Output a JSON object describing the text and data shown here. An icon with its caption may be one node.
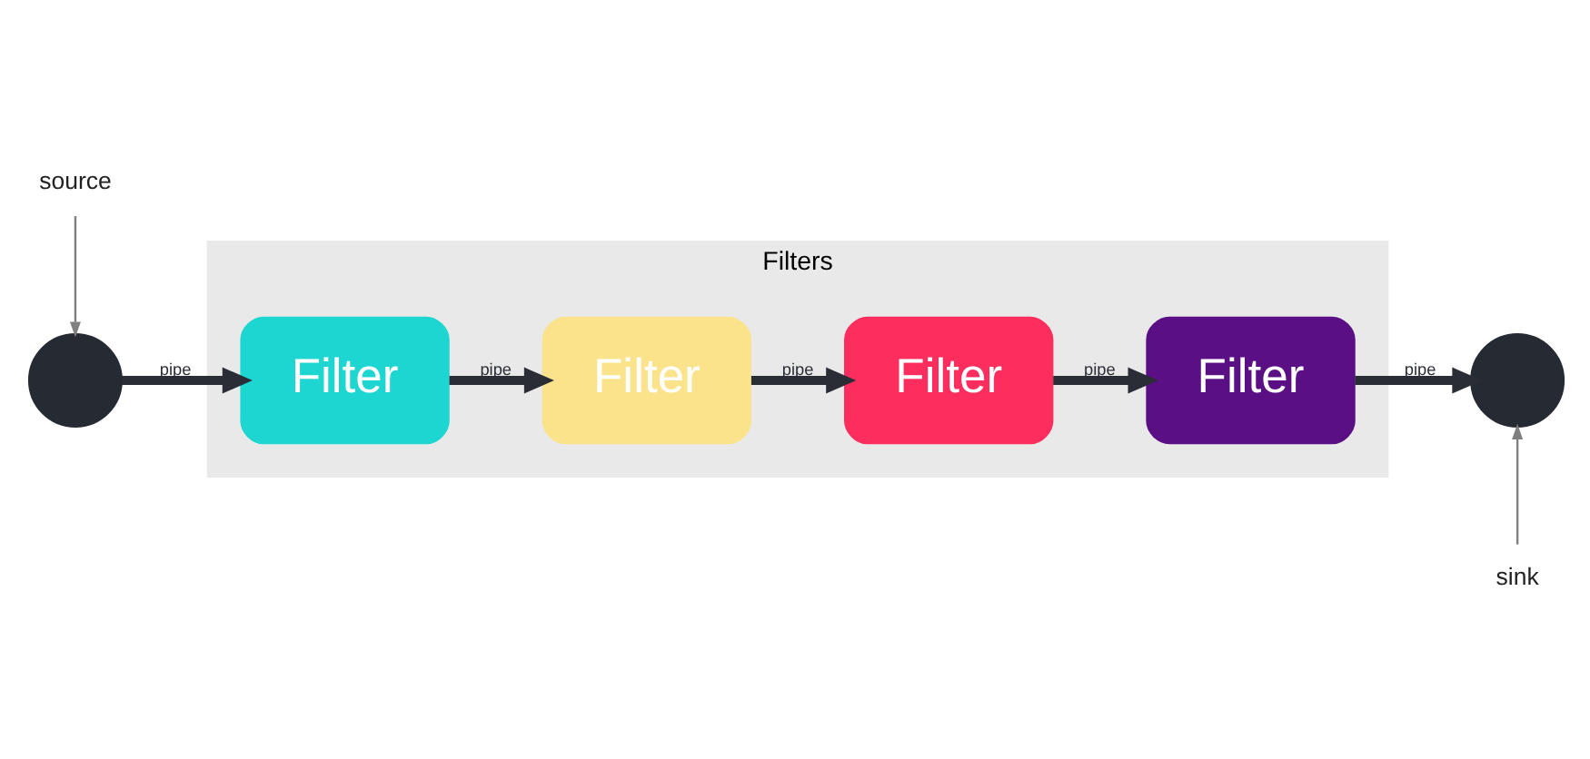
{
  "diagram": {
    "nodes": [
      {
        "text": [
          "source"
        ]
      },
      {
        "text": [],
        "shape": "circle"
      },
      {
        "text": [
          "Filters"
        ]
      },
      {
        "text": [
          "Filter"
        ],
        "in": 2
      },
      {
        "text": [
          "Filter"
        ],
        "in": 2
      },
      {
        "text": [
          "Filter"
        ],
        "in": 2
      },
      {
        "text": [
          "Filter"
        ],
        "in": 2
      },
      {
        "text": [],
        "shape": "circle"
      },
      {
        "text": [
          "sink"
        ]
      }
    ],
    "edges": [
      {
        "from": 0,
        "to": 1,
        "arrow": "to",
        "color": "#808080"
      },
      {
        "from": 1,
        "to": 3,
        "arrow": "to",
        "label": "pipe"
      },
      {
        "from": 3,
        "to": 4,
        "arrow": "to",
        "label": "pipe"
      },
      {
        "from": 4,
        "to": 5,
        "arrow": "to",
        "label": "pipe"
      },
      {
        "from": 5,
        "to": 6,
        "arrow": "to",
        "label": "pipe"
      },
      {
        "from": 6,
        "to": 7,
        "arrow": "to",
        "label": "pipe"
      },
      {
        "from": 8,
        "to": 7,
        "arrow": "to",
        "color": "#808080"
      }
    ]
  }
}
